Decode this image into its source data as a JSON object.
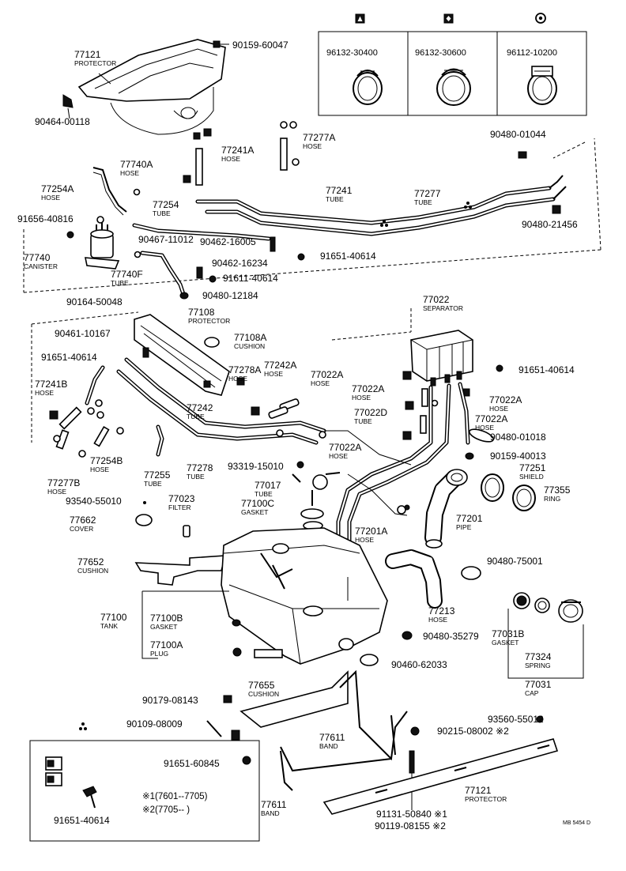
{
  "diagram": {
    "clip_table": [
      {
        "code": "96132-30400"
      },
      {
        "code": "96132-30600"
      },
      {
        "code": "96112-10200"
      }
    ],
    "labels": {
      "p77121_top": {
        "num": "77121",
        "name": "PROTECTOR"
      },
      "p90159_60047": {
        "num": "90159-60047"
      },
      "p90464_00118": {
        "num": "90464-00118"
      },
      "p77241A": {
        "num": "77241A",
        "name": "HOSE"
      },
      "p77277A": {
        "num": "77277A",
        "name": "HOSE"
      },
      "p77740A": {
        "num": "77740A",
        "name": "HOSE"
      },
      "p77254A": {
        "num": "77254A",
        "name": "HOSE"
      },
      "p77254": {
        "num": "77254",
        "name": "TUBE"
      },
      "p77241": {
        "num": "77241",
        "name": "TUBE"
      },
      "p77277": {
        "num": "77277",
        "name": "TUBE"
      },
      "p90480_01044": {
        "num": "90480-01044"
      },
      "p90480_21456": {
        "num": "90480-21456"
      },
      "p91656_40816": {
        "num": "91656-40816"
      },
      "p90467_11012": {
        "num": "90467-11012"
      },
      "p90462_16005": {
        "num": "90462-16005"
      },
      "p77740": {
        "num": "77740",
        "name": "CANISTER"
      },
      "p91651_40614_a": {
        "num": "91651-40614"
      },
      "p90462_16234": {
        "num": "90462-16234"
      },
      "p77740F": {
        "num": "77740F",
        "name": "TUBE"
      },
      "p91611_40614": {
        "num": "91611-40614"
      },
      "p90480_12184": {
        "num": "90480-12184"
      },
      "p90164_50048": {
        "num": "90164-50048"
      },
      "p77108": {
        "num": "77108",
        "name": "PROTECTOR"
      },
      "p77022": {
        "num": "77022",
        "name": "SEPARATOR"
      },
      "p90461_10167": {
        "num": "90461-10167"
      },
      "p77108A": {
        "num": "77108A",
        "name": "CUSHION"
      },
      "p91651_40614_b": {
        "num": "91651-40614"
      },
      "p91651_40614_c": {
        "num": "91651-40614"
      },
      "p77242A": {
        "num": "77242A",
        "name": "HOSE"
      },
      "p77278A": {
        "num": "77278A",
        "name": "HOSE"
      },
      "p77022A_1": {
        "num": "77022A",
        "name": "HOSE"
      },
      "p77241B": {
        "num": "77241B",
        "name": "HOSE"
      },
      "p77022A_2": {
        "num": "77022A",
        "name": "HOSE"
      },
      "p77022A_3": {
        "num": "77022A",
        "name": "HOSE"
      },
      "p77022D": {
        "num": "77022D",
        "name": "TUBE"
      },
      "p77022A_4": {
        "num": "77022A",
        "name": "HOSE"
      },
      "p77242": {
        "num": "77242",
        "name": "TUBE"
      },
      "p90480_01018": {
        "num": "90480-01018"
      },
      "p77254B": {
        "num": "77254B",
        "name": "HOSE"
      },
      "p77277B": {
        "num": "77277B",
        "name": "HOSE"
      },
      "p77255": {
        "num": "77255",
        "name": "TUBE"
      },
      "p77278": {
        "num": "77278",
        "name": "TUBE"
      },
      "p93319_15010": {
        "num": "93319-15010"
      },
      "p77022A_5": {
        "num": "77022A",
        "name": "HOSE"
      },
      "p90159_40013": {
        "num": "90159-40013"
      },
      "p77251": {
        "num": "77251",
        "name": "SHIELD"
      },
      "p77017": {
        "num": "77017",
        "name": "TUBE"
      },
      "p93540_55010": {
        "num": "93540-55010"
      },
      "p77023": {
        "num": "77023",
        "name": "FILTER"
      },
      "p77100C": {
        "num": "77100C",
        "name": "GASKET"
      },
      "p77355": {
        "num": "77355",
        "name": "RING"
      },
      "p77662": {
        "num": "77662",
        "name": "COVER"
      },
      "p77201": {
        "num": "77201",
        "name": "PIPE"
      },
      "p77201A": {
        "num": "77201A",
        "name": "HOSE"
      },
      "p77652": {
        "num": "77652",
        "name": "CUSHION"
      },
      "p90480_75001": {
        "num": "90480-75001"
      },
      "p77100": {
        "num": "77100",
        "name": "TANK"
      },
      "p77100B": {
        "num": "77100B",
        "name": "GASKET"
      },
      "p77213": {
        "num": "77213",
        "name": "HOSE"
      },
      "p90480_35279": {
        "num": "90480-35279"
      },
      "p77031B": {
        "num": "77031B",
        "name": "GASKET"
      },
      "p77100A": {
        "num": "77100A",
        "name": "PLUG"
      },
      "p77324": {
        "num": "77324",
        "name": "SPRING"
      },
      "p90460_62033": {
        "num": "90460-62033"
      },
      "p77655": {
        "num": "77655",
        "name": "CUSHION"
      },
      "p77031": {
        "num": "77031",
        "name": "CAP"
      },
      "p90179_08143": {
        "num": "90179-08143"
      },
      "p93560_55012": {
        "num": "93560-55012"
      },
      "p90109_08009": {
        "num": "90109-08009"
      },
      "p77611_a": {
        "num": "77611",
        "name": "BAND"
      },
      "p90215_08002": {
        "num": "90215-08002 ※2"
      },
      "p91651_60845": {
        "num": "91651-60845"
      },
      "p77121_bot": {
        "num": "77121",
        "name": "PROTECTOR"
      },
      "p77611_b": {
        "num": "77611",
        "name": "BAND"
      },
      "p91131_50840": {
        "num": "91131-50840 ※1"
      },
      "p90119_08155": {
        "num": "90119-08155 ※2"
      },
      "p91651_40614_d": {
        "num": "91651-40614"
      }
    },
    "notes": {
      "note1": "※1(7601--7705)",
      "note2": "※2(7705--      )"
    },
    "footer_code": "MB 5454 D"
  }
}
